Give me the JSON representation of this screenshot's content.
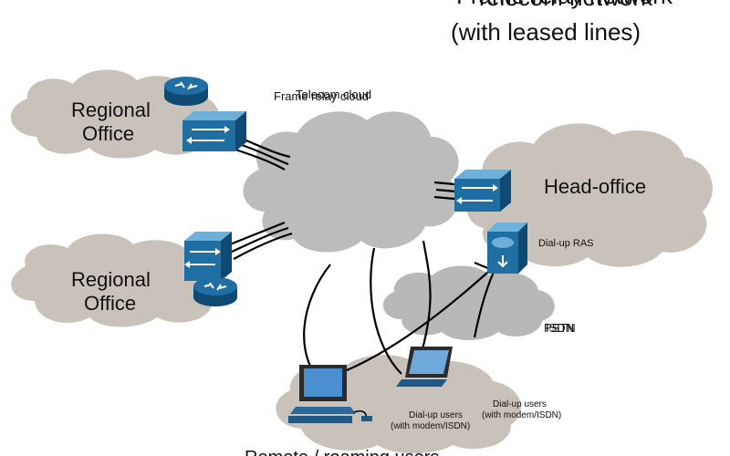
{
  "title": {
    "line1_overlap_a": "Frame relay network",
    "line1_overlap_b": "Telecom network",
    "line2": "(with leased lines)"
  },
  "center_cloud": {
    "label_a": "Frame relay cloud",
    "label_b": "Telecom cloud"
  },
  "offices": {
    "regional_top_line1": "Regional",
    "regional_top_line2": "Office",
    "regional_bottom_line1": "Regional",
    "regional_bottom_line2": "Office",
    "head_office": "Head-office",
    "dialup_ras": "Dial-up RAS"
  },
  "pstn": {
    "label_a": "PSTN",
    "label_b": "ISDN"
  },
  "remote": {
    "dialup_a_line1": "Dial-up users",
    "dialup_a_line2": "(with modem/ISDN)",
    "dialup_b_line1": "Dial-up users",
    "dialup_b_line2": "(with modem/ISDN)",
    "group_label": "Remote / roaming users"
  }
}
